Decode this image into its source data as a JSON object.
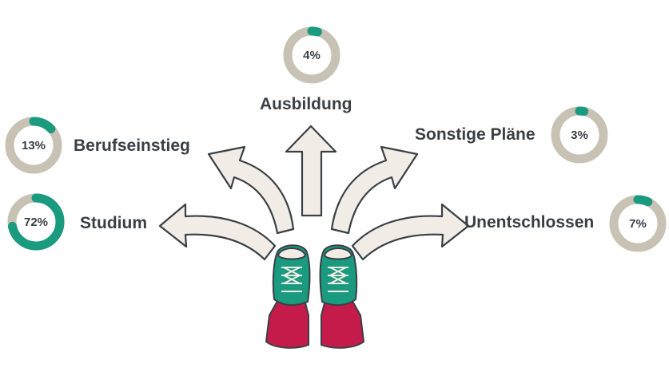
{
  "chart_data": {
    "type": "pie",
    "categories": [
      "Studium",
      "Berufseinstieg",
      "Ausbildung",
      "Sonstige Pläne",
      "Unentschlossen"
    ],
    "values": [
      72,
      13,
      4,
      3,
      7
    ],
    "labels": [
      "72%",
      "13%",
      "4%",
      "3%",
      "7%"
    ],
    "unit": "%"
  },
  "colors": {
    "accent": "#1a9a7e",
    "track": "#c8c2b4",
    "arrow_fill": "#f1ede6",
    "arrow_stroke": "#3a3f45",
    "text": "#3a3f45",
    "shoe_green": "#1a9a7e",
    "sock_red": "#c41b4b"
  },
  "icons": [
    "arrow-icon",
    "sneakers-icon"
  ]
}
